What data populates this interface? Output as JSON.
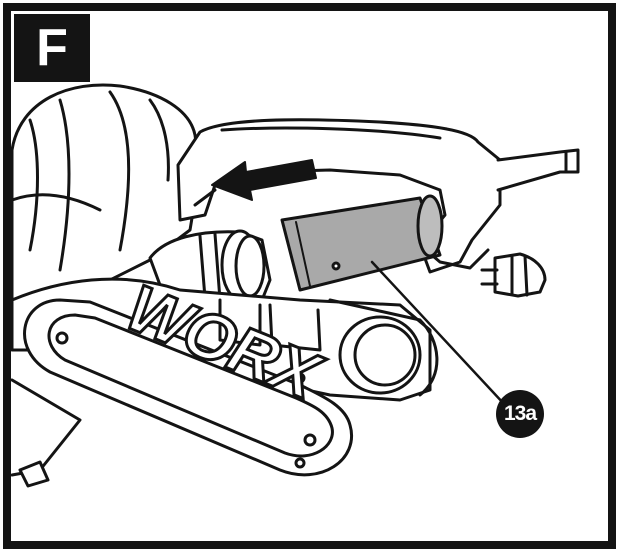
{
  "panel": {
    "label": "F"
  },
  "callout": {
    "label": "13a"
  },
  "logo": {
    "text": "WORX"
  },
  "icons": {
    "arrow": "direction-arrow-left",
    "part": "dust-collection-tube"
  },
  "colors": {
    "line": "#141414",
    "tube_fill": "#a9a9a9",
    "background": "#ffffff"
  }
}
